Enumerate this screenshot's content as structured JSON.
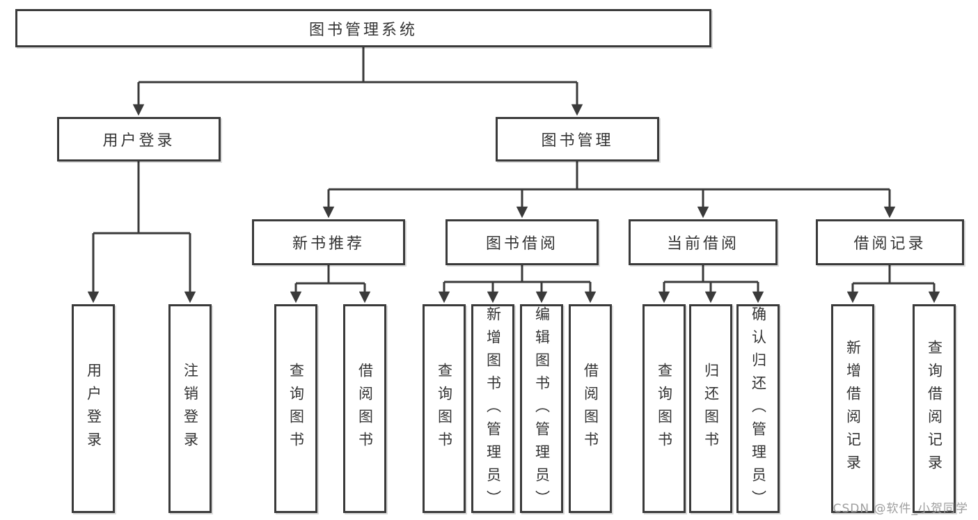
{
  "diagram": {
    "root": "图书管理系统",
    "branches": [
      {
        "label": "用户登录",
        "children": [
          "用户登录",
          "注销登录"
        ]
      },
      {
        "label": "图书管理",
        "sections": [
          {
            "label": "新书推荐",
            "children": [
              "查询图书",
              "借阅图书"
            ]
          },
          {
            "label": "图书借阅",
            "children": [
              "查询图书",
              "新增图书（管理员）",
              "编辑图书（管理员）",
              "借阅图书"
            ]
          },
          {
            "label": "当前借阅",
            "children": [
              "查询图书",
              "归还图书",
              "确认归还（管理员）"
            ]
          },
          {
            "label": "借阅记录",
            "children": [
              "新增借阅记录",
              "查询借阅记录"
            ]
          }
        ]
      }
    ]
  },
  "watermark": {
    "text": "CSDN @软件_小贺同学"
  },
  "colors": {
    "line": "#3a3a3a",
    "text": "#333333",
    "watermark": "#9e9e9e",
    "background": "#ffffff"
  }
}
